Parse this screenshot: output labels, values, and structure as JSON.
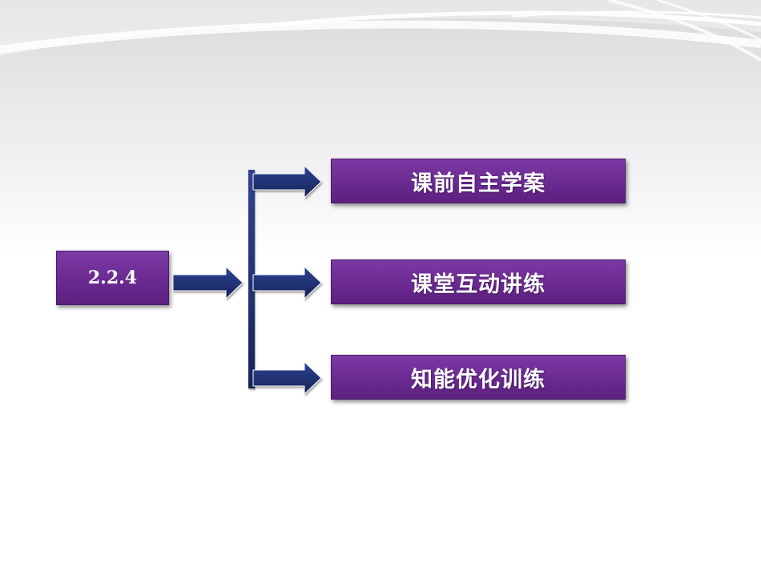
{
  "root": {
    "label": "2.2.4"
  },
  "items": [
    {
      "label": "课前自主学案"
    },
    {
      "label": "课堂互动讲练"
    },
    {
      "label": "知能优化训练"
    }
  ],
  "colors": {
    "box_fill": "#6a2a91",
    "box_border": "#4a1a67",
    "arrow_fill": "#1f2f6e",
    "background_top": "#d9dadc",
    "background_bottom": "#ffffff"
  }
}
